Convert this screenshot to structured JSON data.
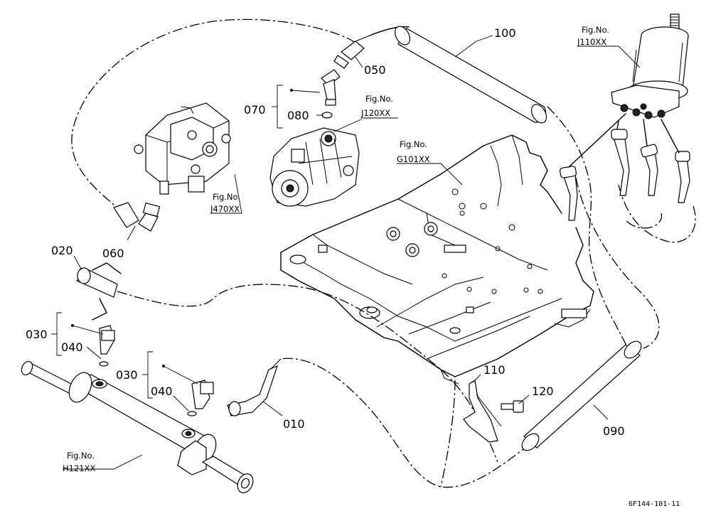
{
  "callouts": {
    "p010": "010",
    "p020": "020",
    "p030a": "030",
    "p030b": "030",
    "p040a": "040",
    "p040b": "040",
    "p050": "050",
    "p060": "060",
    "p070": "070",
    "p080": "080",
    "p090": "090",
    "p100": "100",
    "p110": "110",
    "p120": "120"
  },
  "references": {
    "j110": {
      "label": "Fig.No.",
      "code": "J110XX"
    },
    "j120": {
      "label": "Fig.No.",
      "code": "J120XX"
    },
    "g101": {
      "label": "Fig.No.",
      "code": "G101XX"
    },
    "j470": {
      "label": "Fig.No.",
      "code": "J470XX"
    },
    "h121": {
      "label": "Fig.No.",
      "code": "H121XX"
    }
  },
  "drawing_code": "6F144-101-11",
  "icons": [
    "steering-unit-icon",
    "hydraulic-pump-icon",
    "valve-block-icon",
    "power-cylinder-icon",
    "frame-icon"
  ]
}
